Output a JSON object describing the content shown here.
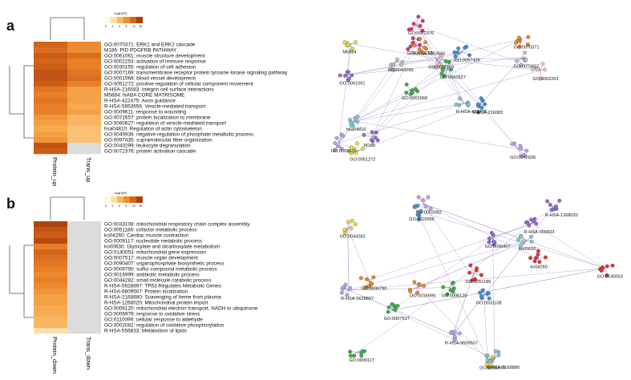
{
  "figure": {
    "panel_a": {
      "label": "a",
      "legend": {
        "title": "-log10(P)",
        "ticks": [
          "0",
          "2",
          "3",
          "6",
          "10",
          "20"
        ],
        "colors": [
          "#fff7e8",
          "#fde0a8",
          "#fbb55c",
          "#f08c2c",
          "#d9651a",
          "#a8400e"
        ]
      },
      "columns": [
        "Protein_up",
        "Trans_up"
      ],
      "terms": [
        "GO:0070371: ERK1 and ERK2 cascade",
        "M186: PID PDGFRB PATHWAY",
        "GO:0061061: muscle structure development",
        "GO:0002253: activation of immune response",
        "GO:0030155: regulation of cell adhesion",
        "GO:0007169: transmembrane receptor protein tyrosine kinase signaling pathway",
        "GO:0001568: blood vessel development",
        "GO:0051272: positive regulation of cellular component movement",
        "R-HSA-216083: Integrin cell surface interactions",
        "M5884: NABA CORE MATRISOME",
        "R-HSA-422475: Axon guidance",
        "R-HSA-5653656: Vesicle-mediated transport",
        "GO:0009611: response to wounding",
        "GO:0072657: protein localization to membrane",
        "GO:0060627: regulation of vesicle-mediated transport",
        "hsa04810: Regulation of actin cytoskeleton",
        "GO:0045936: negative regulation of phosphate metabolic process",
        "GO:0097435: supramolecular fiber organization",
        "GO:0043299: leukocyte degranulation",
        "GO:0072376: protein activation cascade"
      ],
      "heat_levels": [
        [
          0.75,
          0.55
        ],
        [
          0.7,
          0.55
        ],
        [
          0.8,
          0.7
        ],
        [
          0.75,
          0.6
        ],
        [
          0.8,
          0.6
        ],
        [
          0.85,
          0.65
        ],
        [
          0.85,
          0.7
        ],
        [
          0.8,
          0.6
        ],
        [
          0.65,
          0.45
        ],
        [
          0.6,
          0.45
        ],
        [
          0.65,
          0.45
        ],
        [
          0.6,
          0.4
        ],
        [
          0.6,
          0.45
        ],
        [
          0.5,
          0.35
        ],
        [
          0.45,
          0.35
        ],
        [
          0.4,
          0.3
        ],
        [
          0.45,
          0.3
        ],
        [
          0.5,
          0.3
        ],
        [
          0.85,
          0
        ],
        [
          0.8,
          0
        ]
      ],
      "network_labels": [
        "GO:0045936",
        "GO:0061061",
        "GO:0070371",
        "GO:0001568",
        "GO:0097435",
        "GO:0051272",
        "GO:0030155",
        "GO:0007169",
        "hsa04810",
        "GO:0043299",
        "GO:0009611",
        "M186",
        "R-HSA-5653656",
        "GO:0060627",
        "R-HSA-216083",
        "M5884",
        "GO:0072376",
        "GO:0002253",
        "R-HSA-422475",
        "GO:0072657"
      ]
    },
    "panel_b": {
      "label": "b",
      "legend": {
        "title": "-log10(P)",
        "ticks": [
          "0",
          "2",
          "3",
          "6",
          "10",
          "20"
        ],
        "colors": [
          "#fff7e8",
          "#fde0a8",
          "#fbb55c",
          "#f08c2c",
          "#d9651a",
          "#a8400e"
        ]
      },
      "columns": [
        "Protein_down",
        "Trans_down"
      ],
      "terms": [
        "GO:0033108: mitochondrial respiratory chain complex assembly",
        "GO:0051186: cofactor metabolic process",
        "ko04260: Cardiac muscle contraction",
        "GO:0009117: nucleotide metabolic process",
        "ko00630: Glyoxylate and dicarboxylate metabolism",
        "GO:0140053: mitochondrial gene expression",
        "GO:0007517: muscle organ development",
        "GO:0090407: organophosphate biosynthetic process",
        "GO:0006790: sulfur compound metabolic process",
        "GO:0016999: antibiotic metabolic process",
        "GO:0044282: small molecule catabolic process",
        "R-HSA-5628897: TP53 Regulates Metabolic Genes",
        "R-HSA-9609507: Protein localization",
        "R-HSA-2168880: Scavenging of heme from plasma",
        "R-HSA-1268020: Mitochondrial protein import",
        "GO:0006120: mitochondrial electron transport, NADH to ubiquinone",
        "GO:0006979: response to oxidative stress",
        "GO:0110096: cellular response to aldehyde",
        "GO:0002082: regulation of oxidative phosphorylation",
        "R-HSA-556833: Metabolism of lipids"
      ],
      "heat_levels": [
        [
          0.95,
          0
        ],
        [
          0.85,
          0
        ],
        [
          0.8,
          0
        ],
        [
          0.9,
          0
        ],
        [
          0.6,
          0
        ],
        [
          0.75,
          0
        ],
        [
          0.7,
          0
        ],
        [
          0.65,
          0
        ],
        [
          0.6,
          0
        ],
        [
          0.55,
          0
        ],
        [
          0.6,
          0
        ],
        [
          0.55,
          0
        ],
        [
          0.5,
          0
        ],
        [
          0.45,
          0
        ],
        [
          0.45,
          0
        ],
        [
          0.4,
          0
        ],
        [
          0.4,
          0
        ],
        [
          0.35,
          0
        ],
        [
          0.35,
          0
        ],
        [
          0.15,
          0
        ]
      ],
      "network_labels": [
        "GO:0002082",
        "R-HSA-556833",
        "GO:0140053",
        "GO:0006120",
        "GO:0033108",
        "GO:0006790",
        "GO:0044282",
        "ko00630",
        "R-HSA-5628897",
        "GO:0090407",
        "GO:0051186",
        "GO:0009117",
        "GO:0110096",
        "GO:0016999",
        "GO:0006979",
        "R-HSA-2168880",
        "R-HSA-9609507",
        "R-HSA-1268020",
        "ko04260",
        "GO:0007517"
      ]
    }
  }
}
